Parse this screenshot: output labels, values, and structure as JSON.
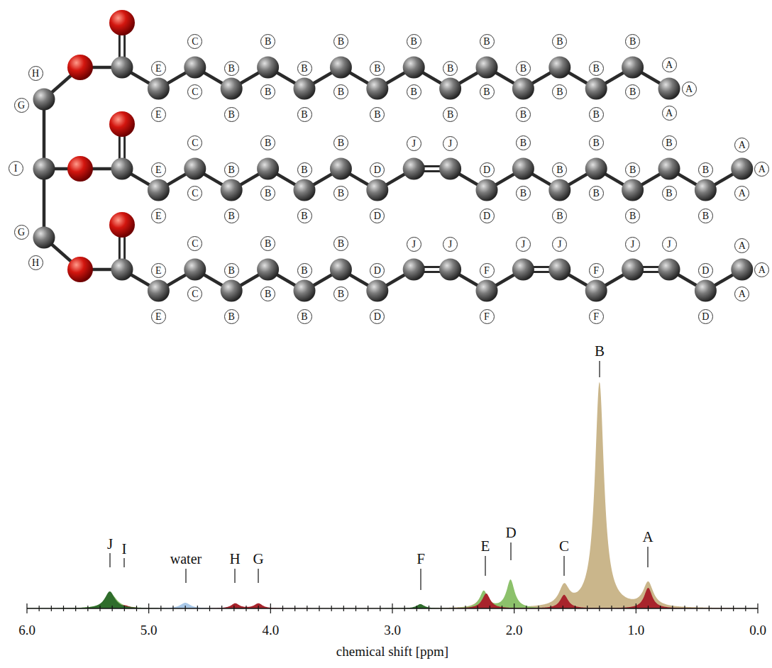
{
  "diagram": {
    "nodes": [
      {
        "text": [
          "H"
        ]
      },
      {
        "text": [
          "G"
        ]
      },
      {
        "text": [
          "E"
        ]
      },
      {
        "text": [
          "E"
        ]
      },
      {
        "text": [
          "C"
        ]
      },
      {
        "text": [
          "C"
        ]
      },
      {
        "text": [
          "B"
        ]
      },
      {
        "text": [
          "B"
        ]
      },
      {
        "text": [
          "B"
        ]
      },
      {
        "text": [
          "B"
        ]
      },
      {
        "text": [
          "B"
        ]
      },
      {
        "text": [
          "B"
        ]
      },
      {
        "text": [
          "B"
        ]
      },
      {
        "text": [
          "B"
        ]
      },
      {
        "text": [
          "B"
        ]
      },
      {
        "text": [
          "B"
        ]
      },
      {
        "text": [
          "B"
        ]
      },
      {
        "text": [
          "B"
        ]
      },
      {
        "text": [
          "B"
        ]
      },
      {
        "text": [
          "B"
        ]
      },
      {
        "text": [
          "B"
        ]
      },
      {
        "text": [
          "B"
        ]
      },
      {
        "text": [
          "B"
        ]
      },
      {
        "text": [
          "B"
        ]
      },
      {
        "text": [
          "B"
        ]
      },
      {
        "text": [
          "B"
        ]
      },
      {
        "text": [
          "B"
        ]
      },
      {
        "text": [
          "B"
        ]
      },
      {
        "text": [
          "B"
        ]
      },
      {
        "text": [
          "B"
        ]
      },
      {
        "text": [
          "A"
        ]
      },
      {
        "text": [
          "A"
        ]
      },
      {
        "text": [
          "A"
        ]
      },
      {
        "text": [
          "I"
        ]
      },
      {
        "text": [
          "E"
        ]
      },
      {
        "text": [
          "E"
        ]
      },
      {
        "text": [
          "C"
        ]
      },
      {
        "text": [
          "C"
        ]
      },
      {
        "text": [
          "B"
        ]
      },
      {
        "text": [
          "B"
        ]
      },
      {
        "text": [
          "B"
        ]
      },
      {
        "text": [
          "B"
        ]
      },
      {
        "text": [
          "B"
        ]
      },
      {
        "text": [
          "B"
        ]
      },
      {
        "text": [
          "B"
        ]
      },
      {
        "text": [
          "B"
        ]
      },
      {
        "text": [
          "D"
        ]
      },
      {
        "text": [
          "D"
        ]
      },
      {
        "text": [
          "J"
        ]
      },
      {
        "text": [
          "J"
        ]
      },
      {
        "text": [
          "D"
        ]
      },
      {
        "text": [
          "D"
        ]
      },
      {
        "text": [
          "B"
        ]
      },
      {
        "text": [
          "B"
        ]
      },
      {
        "text": [
          "B"
        ]
      },
      {
        "text": [
          "B"
        ]
      },
      {
        "text": [
          "B"
        ]
      },
      {
        "text": [
          "B"
        ]
      },
      {
        "text": [
          "B"
        ]
      },
      {
        "text": [
          "B"
        ]
      },
      {
        "text": [
          "B"
        ]
      },
      {
        "text": [
          "B"
        ]
      },
      {
        "text": [
          "B"
        ]
      },
      {
        "text": [
          "B"
        ]
      },
      {
        "text": [
          "A"
        ]
      },
      {
        "text": [
          "A"
        ]
      },
      {
        "text": [
          "A"
        ]
      },
      {
        "text": [
          "G"
        ]
      },
      {
        "text": [
          "H"
        ]
      },
      {
        "text": [
          "E"
        ]
      },
      {
        "text": [
          "E"
        ]
      },
      {
        "text": [
          "C"
        ]
      },
      {
        "text": [
          "C"
        ]
      },
      {
        "text": [
          "B"
        ]
      },
      {
        "text": [
          "B"
        ]
      },
      {
        "text": [
          "B"
        ]
      },
      {
        "text": [
          "B"
        ]
      },
      {
        "text": [
          "B"
        ]
      },
      {
        "text": [
          "B"
        ]
      },
      {
        "text": [
          "B"
        ]
      },
      {
        "text": [
          "B"
        ]
      },
      {
        "text": [
          "D"
        ]
      },
      {
        "text": [
          "D"
        ]
      },
      {
        "text": [
          "J"
        ]
      },
      {
        "text": [
          "J"
        ]
      },
      {
        "text": [
          "F"
        ]
      },
      {
        "text": [
          "F"
        ]
      },
      {
        "text": [
          "J"
        ]
      },
      {
        "text": [
          "J"
        ]
      },
      {
        "text": [
          "F"
        ]
      },
      {
        "text": [
          "F"
        ]
      },
      {
        "text": [
          "J"
        ]
      },
      {
        "text": [
          "J"
        ]
      },
      {
        "text": [
          "D"
        ]
      },
      {
        "text": [
          "D"
        ]
      },
      {
        "text": [
          "A"
        ]
      },
      {
        "text": [
          "A"
        ]
      },
      {
        "text": [
          "A"
        ]
      }
    ],
    "labels": [
      "J",
      "I",
      "water",
      "H",
      "G",
      "F",
      "E",
      "D",
      "C",
      "B",
      "A",
      "6.0",
      "5.0",
      "4.0",
      "3.0",
      "2.0",
      "1.0",
      "0.0",
      "chemical shift [ppm]"
    ]
  }
}
